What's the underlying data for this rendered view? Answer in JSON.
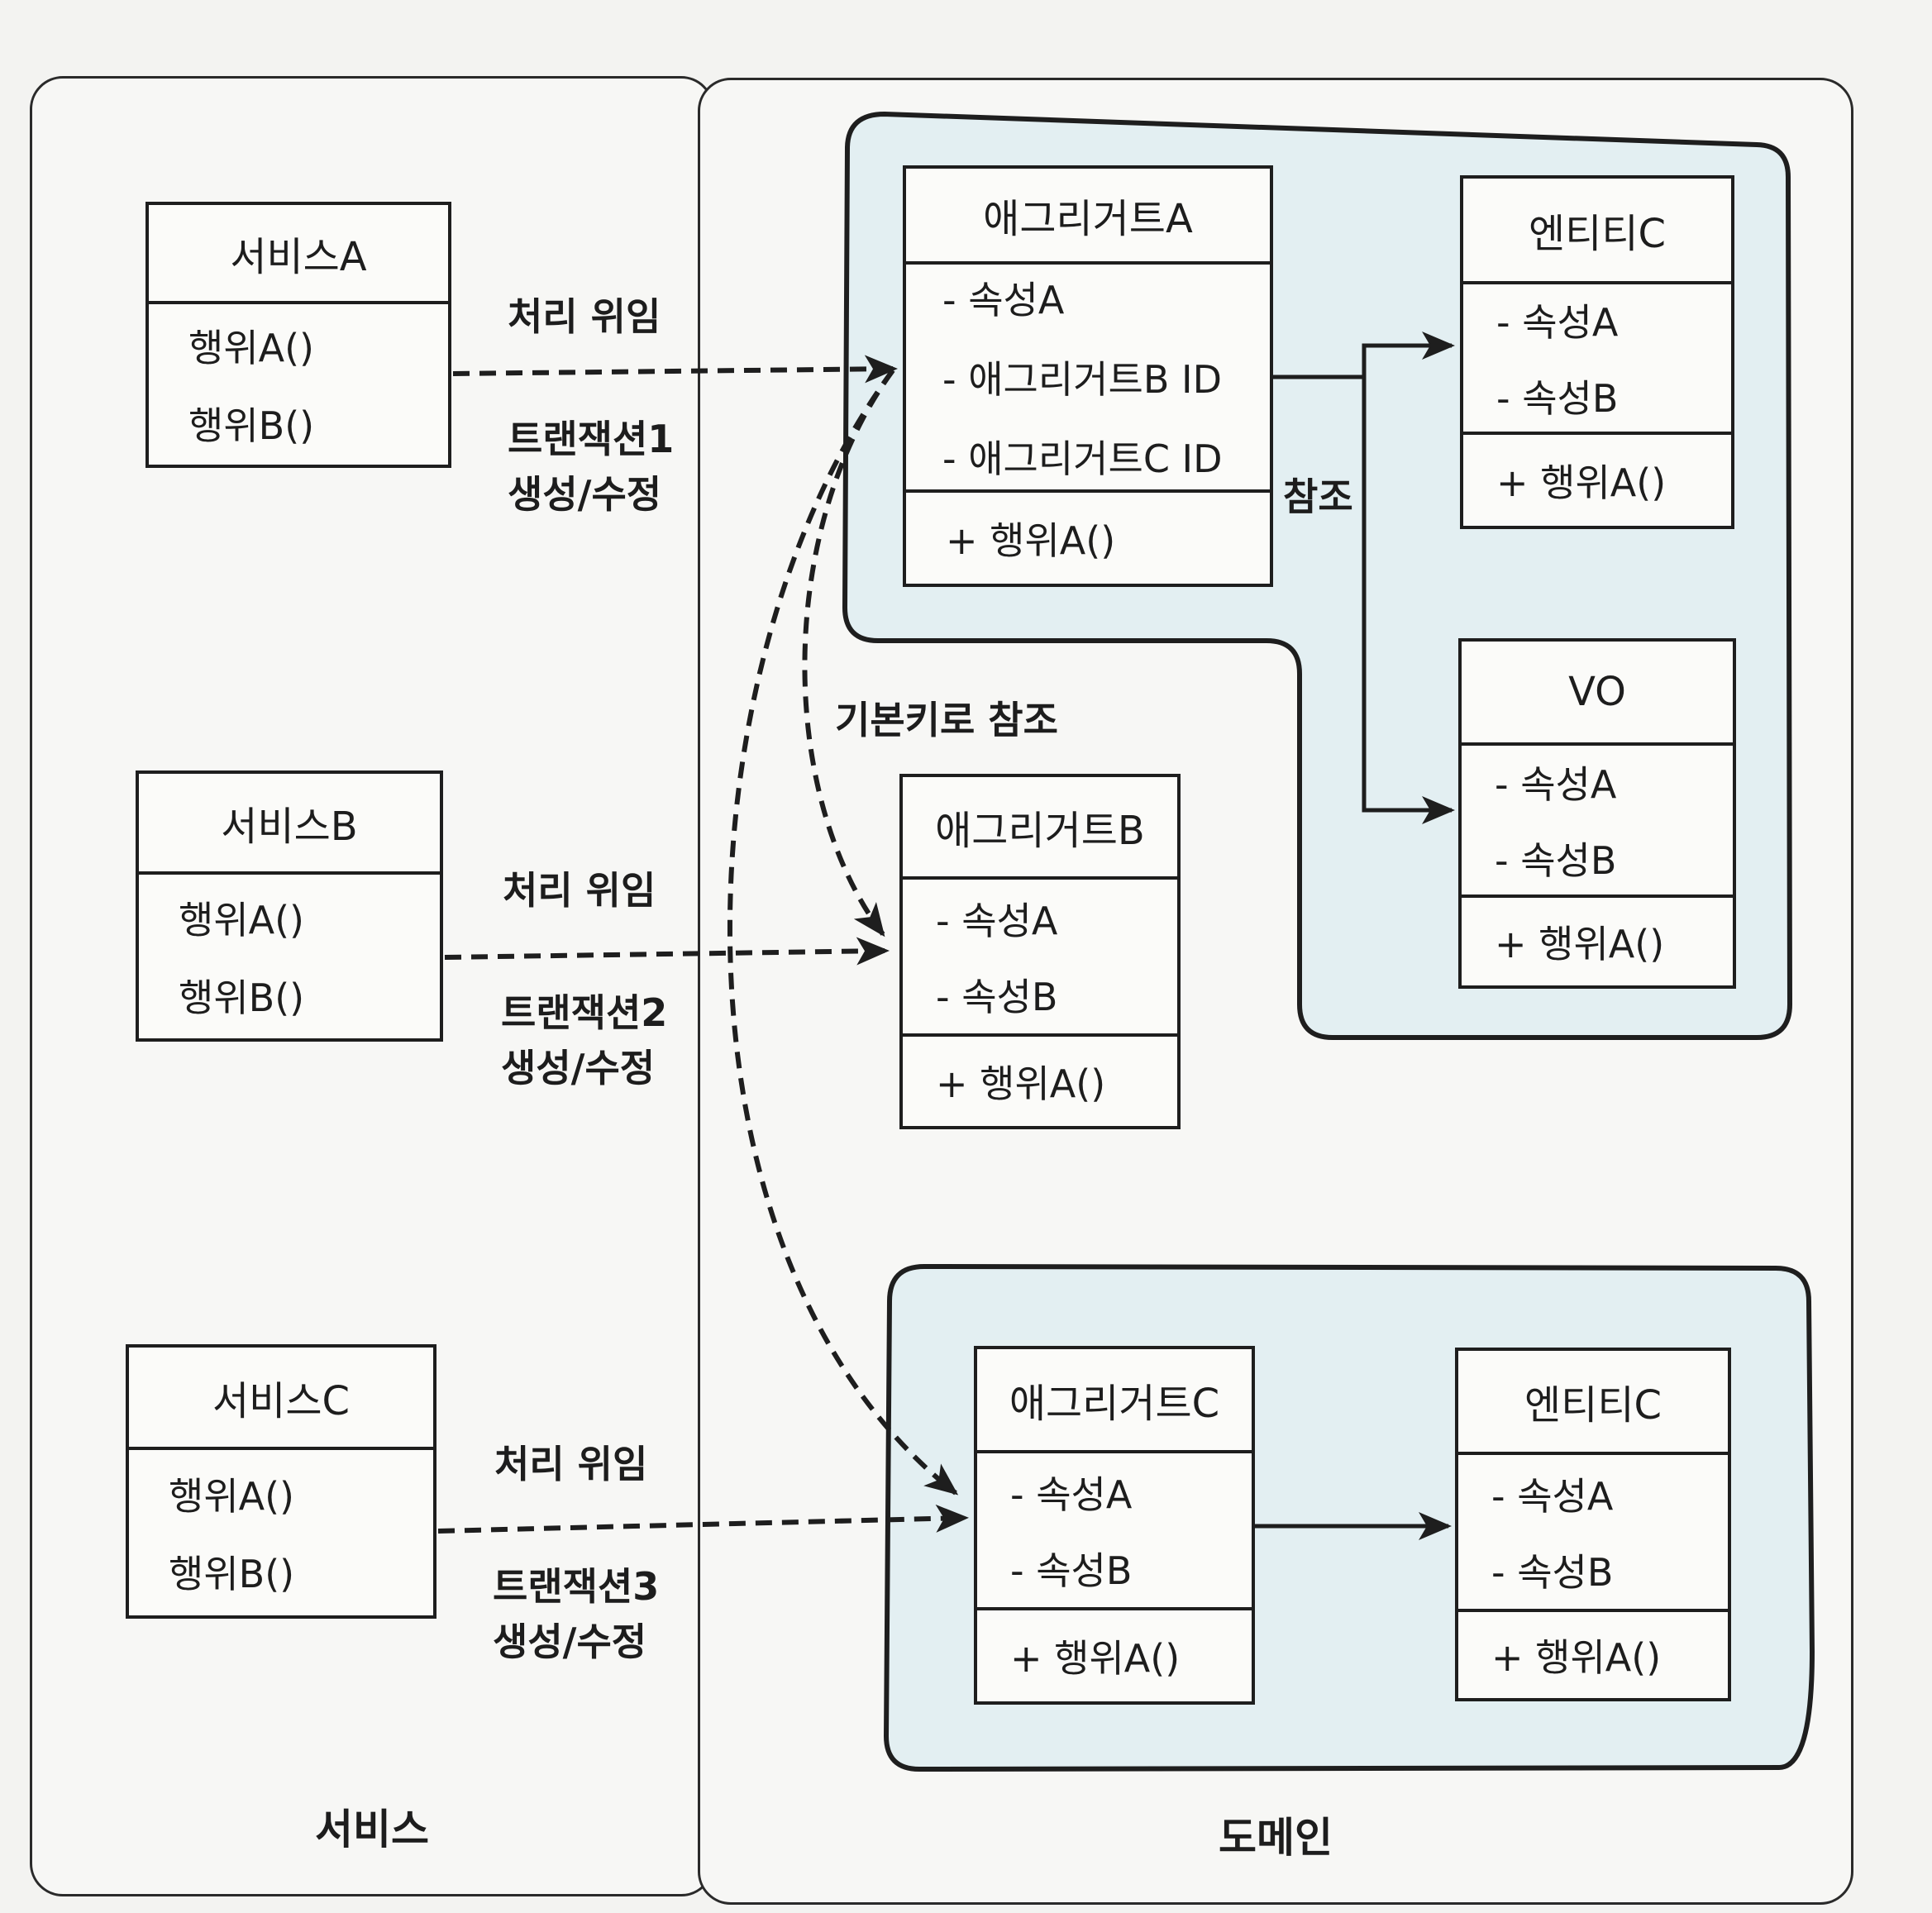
{
  "panels": {
    "service_label": "서비스",
    "domain_label": "도메인"
  },
  "services": [
    {
      "name": "서비스A",
      "methods": [
        "행위A()",
        "행위B()"
      ]
    },
    {
      "name": "서비스B",
      "methods": [
        "행위A()",
        "행위B()"
      ]
    },
    {
      "name": "서비스C",
      "methods": [
        "행위A()",
        "행위B()"
      ]
    }
  ],
  "links": [
    {
      "delegate": "처리 위임",
      "transaction": "트랜잭션1",
      "action": "생성/수정"
    },
    {
      "delegate": "처리 위임",
      "transaction": "트랜잭션2",
      "action": "생성/수정"
    },
    {
      "delegate": "처리 위임",
      "transaction": "트랜잭션3",
      "action": "생성/수정"
    }
  ],
  "aggregate_a": {
    "name": "애그리거트A",
    "attributes": [
      "- 속성A",
      "- 애그리거트B ID",
      "- 애그리거트C ID"
    ],
    "operation": "+ 행위A()"
  },
  "entity_c1": {
    "name": "엔티티C",
    "attributes": [
      "-  속성A",
      "-  속성B"
    ],
    "operation": "+ 행위A()"
  },
  "vo": {
    "name": "VO",
    "attributes": [
      "-  속성A",
      "-  속성B"
    ],
    "operation": "+ 행위A()"
  },
  "aggregate_b": {
    "name": "애그리거트B",
    "attributes": [
      "-  속성A",
      "-  속성B"
    ],
    "operation": "+ 행위A()"
  },
  "aggregate_c": {
    "name": "애그리거트C",
    "attributes": [
      "-  속성A",
      "-  속성B"
    ],
    "operation": "+ 행위A()"
  },
  "entity_c2": {
    "name": "엔티티C",
    "attributes": [
      "-  속성A",
      "-  속성B"
    ],
    "operation": "+ 행위A()"
  },
  "labels": {
    "reference": "참조",
    "pk_reference": "기본키로 참조"
  },
  "colors": {
    "aggregate_fill": "#e3eff2",
    "stroke": "#1e1e1e"
  }
}
